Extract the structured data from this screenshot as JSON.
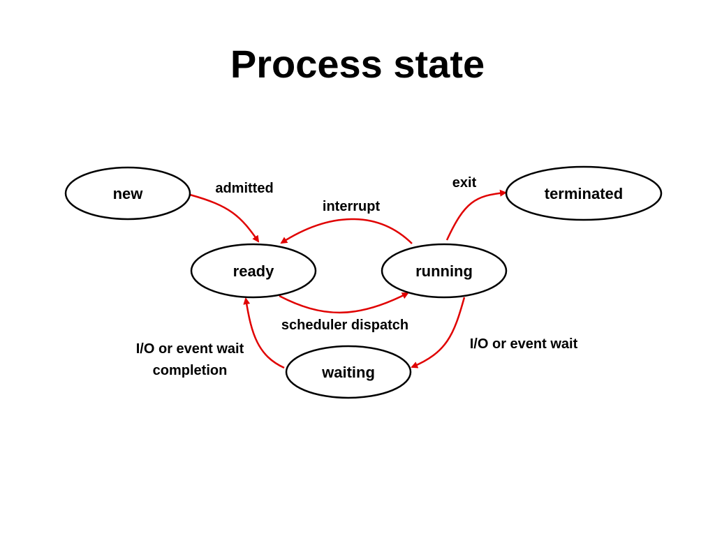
{
  "title": "Process state",
  "colors": {
    "arrow": "#e00000",
    "node_stroke": "#000000",
    "text": "#000000"
  },
  "states": {
    "new": "new",
    "ready": "ready",
    "running": "running",
    "waiting": "waiting",
    "terminated": "terminated"
  },
  "transitions": {
    "admitted": "admitted",
    "interrupt": "interrupt",
    "exit": "exit",
    "scheduler_dispatch": "scheduler dispatch",
    "io_wait": "I/O or event wait",
    "io_completion_line1": "I/O or event wait",
    "io_completion_line2": "completion"
  }
}
